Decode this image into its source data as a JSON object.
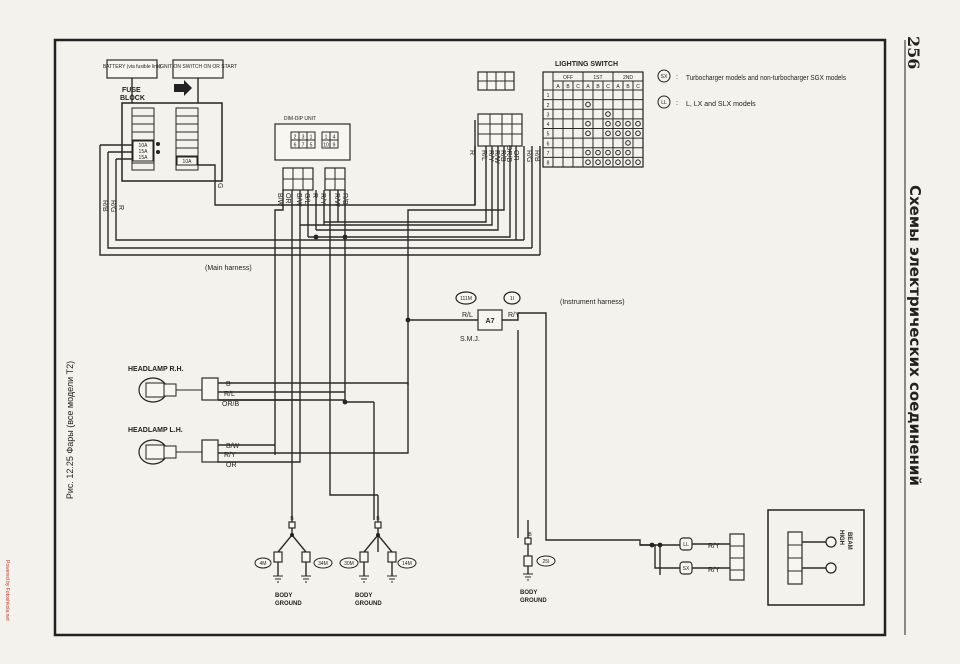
{
  "page_number": "256",
  "side_title": "Схемы электрических соединений",
  "caption": "Рис. 12.25 Фары (все модели T2)",
  "watermark": "Powered by Fotoshkola.net",
  "power": {
    "battery": "BATTERY (via fusible link)",
    "ignition": "IGNITION SWITCH ON OR START",
    "fuse_block": [
      "FUSE",
      "BLOCK"
    ],
    "fuses": [
      "10A",
      "15A",
      "15A"
    ],
    "fuse_right": "10A"
  },
  "dim_dip": {
    "title": "DIM-DIP UNIT",
    "pins_left_top": [
      "2",
      "3",
      "1"
    ],
    "pins_left_bottom": [
      "6",
      "7",
      "5"
    ],
    "pins_right_top": [
      "1",
      "4"
    ],
    "pins_right_bottom": [
      "10",
      "9"
    ]
  },
  "lighting_switch": {
    "title": "LIGHTING SWITCH",
    "group_headers": [
      "OFF",
      "1ST",
      "2ND"
    ],
    "sub_headers": [
      "A",
      "B",
      "C",
      "A",
      "B",
      "C",
      "A",
      "B",
      "C"
    ],
    "rows": [
      "1",
      "2",
      "3",
      "4",
      "5",
      "6",
      "7",
      "8"
    ]
  },
  "legend": [
    {
      "code": "SX",
      "text": "Turbocharger models and non-turbocharger SGX models"
    },
    {
      "code": "LL",
      "text": "L, LX and SLX models"
    }
  ],
  "wires": {
    "switch_wires": [
      "R",
      "R/L",
      "R/Y",
      "R/W",
      "R/B",
      "OR/B",
      "OR",
      "R/G",
      "R/B"
    ],
    "left_wires": [
      "R/B",
      "R/G",
      "R"
    ],
    "fuse_out": "G",
    "dimdip_left": [
      "B/W",
      "OR",
      "B/W",
      "G/L",
      "R",
      "R/Y"
    ],
    "dimdip_right": [
      "R/W",
      "R/B"
    ]
  },
  "main_harness": "(Main harness)",
  "instrument_harness": "(Instrument harness)",
  "connectors": {
    "left": "111M",
    "right": "1I"
  },
  "smj": {
    "node": "A7",
    "in": "R/L",
    "out": "R/Y",
    "label": "S.M.J."
  },
  "headlamp_rh": {
    "label": "HEADLAMP R.H.",
    "wires": [
      "B",
      "R/L",
      "OR/B"
    ]
  },
  "headlamp_lh": {
    "label": "HEADLAMP L.H.",
    "wires": [
      "B/W",
      "R/Y",
      "OR"
    ]
  },
  "grounds": [
    {
      "wire": "B",
      "left": "4M",
      "right": "34M",
      "label": [
        "BODY",
        "GROUND"
      ]
    },
    {
      "wire": "B",
      "left": "30M",
      "right": "14M",
      "label": [
        "BODY",
        "GROUND"
      ]
    },
    {
      "wire": "B",
      "conn": "25I",
      "label": [
        "BODY",
        "GROUND"
      ]
    }
  ],
  "high_beam": {
    "label": [
      "HIGH",
      "BEAM"
    ],
    "codes": [
      "LL",
      "SX"
    ],
    "wires": [
      "R/Y",
      "R/Y"
    ]
  }
}
